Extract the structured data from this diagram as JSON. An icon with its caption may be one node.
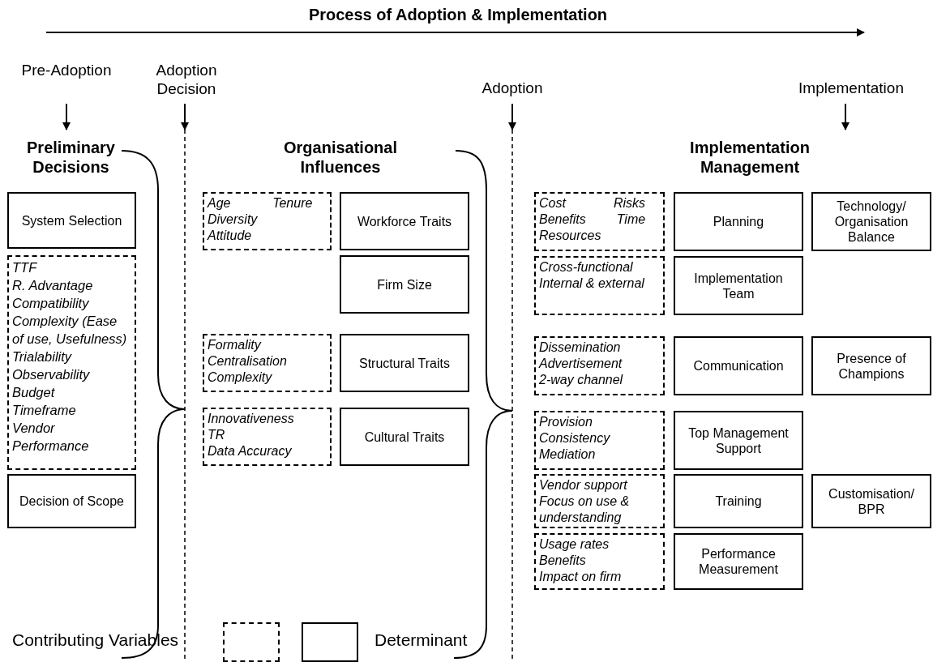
{
  "diagram": {
    "title": "Process of Adoption & Implementation",
    "nodes": [
      {
        "text": [
          "System Selection"
        ]
      },
      {
        "text": [
          "TTF",
          "R. Advantage",
          "Compatibility",
          "Complexity (Ease of use, Usefulness)",
          "Trialability",
          "Observability",
          "Budget",
          "Timeframe",
          "Vendor Performance"
        ]
      },
      {
        "text": [
          "Decision of Scope"
        ]
      },
      {
        "text": [
          "Age",
          "Tenure",
          "Diversity",
          "Attitude"
        ]
      },
      {
        "text": [
          "Workforce Traits"
        ]
      },
      {
        "text": [
          "Firm Size"
        ]
      },
      {
        "text": [
          "Formality",
          "Centralisation",
          "Complexity"
        ]
      },
      {
        "text": [
          "Structural Traits"
        ]
      },
      {
        "text": [
          "Innovativeness",
          "TR",
          "Data Accuracy"
        ]
      },
      {
        "text": [
          "Cultural Traits"
        ]
      },
      {
        "text": [
          "Cost",
          "Risks",
          "Benefits",
          "Time",
          "Resources"
        ]
      },
      {
        "text": [
          "Planning"
        ]
      },
      {
        "text": [
          "Technology/ Organisation Balance"
        ]
      },
      {
        "text": [
          "Cross-functional",
          "Internal & external"
        ]
      },
      {
        "text": [
          "Implementation Team"
        ]
      },
      {
        "text": [
          "Dissemination",
          "Advertisement",
          "2-way channel"
        ]
      },
      {
        "text": [
          "Communication"
        ]
      },
      {
        "text": [
          "Presence of Champions"
        ]
      },
      {
        "text": [
          "Provision",
          "Consistency",
          "Mediation"
        ]
      },
      {
        "text": [
          "Top Management Support"
        ]
      },
      {
        "text": [
          "Vendor support",
          "Focus on use & understanding"
        ]
      },
      {
        "text": [
          "Training"
        ]
      },
      {
        "text": [
          "Customisation/ BPR"
        ]
      },
      {
        "text": [
          "Usage rates",
          "Benefits",
          "Impact on firm"
        ]
      },
      {
        "text": [
          "Performance Measurement"
        ]
      }
    ],
    "labels": [
      "Pre-Adoption",
      "Adoption Decision",
      "Adoption",
      "Implementation",
      "Preliminary Decisions",
      "Organisational Influences",
      "Implementation Management"
    ],
    "legend": [
      {
        "text": "Contributing Variables"
      },
      {
        "text": "Determinant"
      }
    ]
  }
}
